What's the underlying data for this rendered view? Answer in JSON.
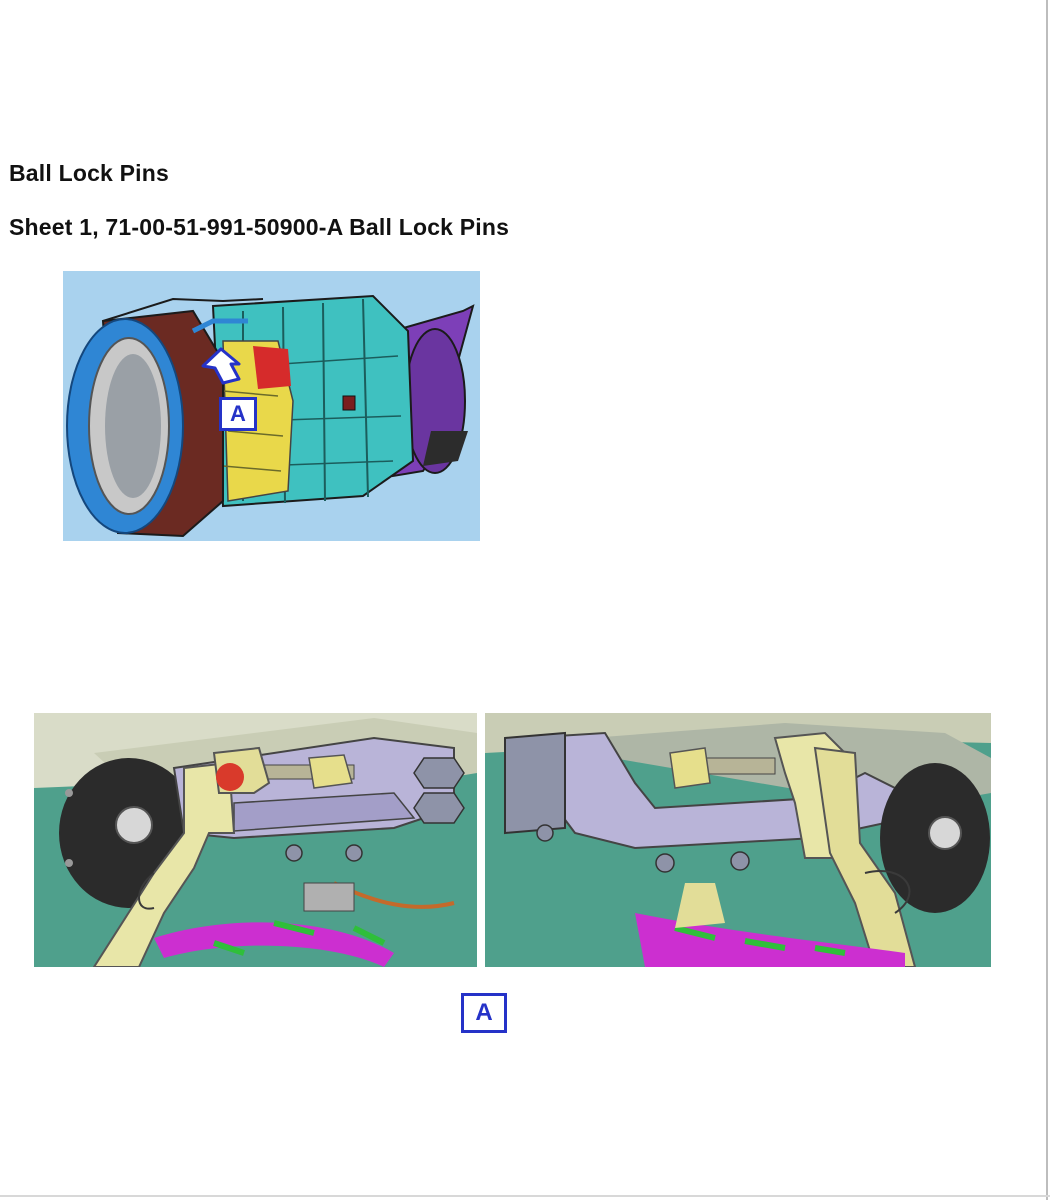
{
  "title": "Ball Lock Pins",
  "sheet_caption": "Sheet 1, 71-00-51-991-50900-A Ball Lock Pins",
  "callouts": {
    "overview_label": "A",
    "detail_label": "A"
  },
  "colors": {
    "callout_blue": "#2532c8",
    "sky_background": "#a9d2ee",
    "engine_teal": "#3fc1c0",
    "inlet_blue": "#2f86d4",
    "brown_fan_case": "#6b2a22",
    "purple_exhaust": "#7d3fb8",
    "link_yellow": "#e8e6a8",
    "bracket_lavender": "#b9b4d8",
    "marker_red": "#d93a2b"
  },
  "figures": {
    "overview": {
      "subject": "engine-isometric-view",
      "arrow_icon": "arrow-up-left-icon"
    },
    "detail_left": {
      "subject": "ball-lock-pin-installed-left",
      "marker": "red-dot-marker"
    },
    "detail_right": {
      "subject": "ball-lock-pin-installed-right"
    }
  }
}
